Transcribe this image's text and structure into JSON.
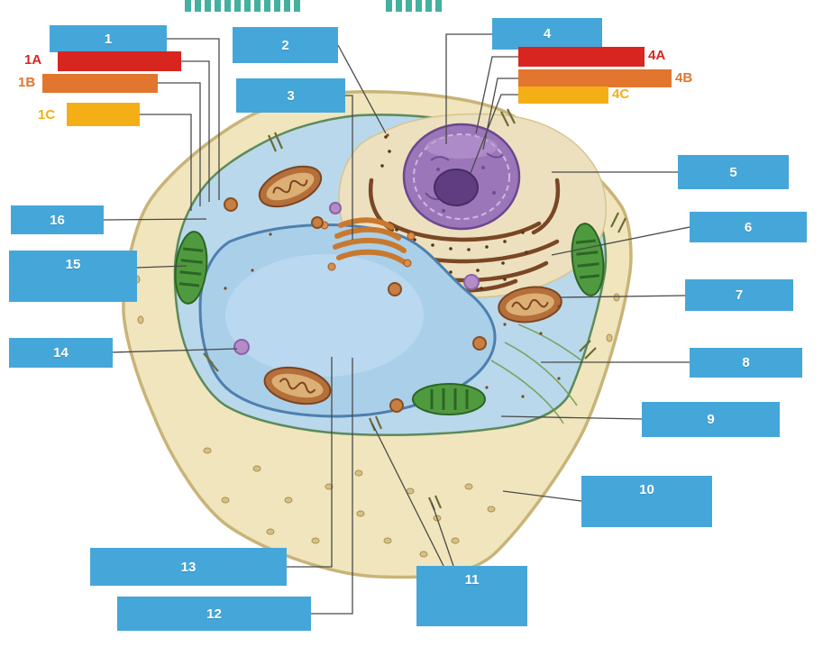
{
  "diagram": {
    "kind": "plant-cell-labeling-quiz",
    "background": "#ffffff"
  },
  "palette": {
    "callout_blue": "#45a7d9",
    "callout_text": "#ffffff",
    "red": "#d8251f",
    "orange": "#e2762e",
    "gold": "#f3af15",
    "leader_line": "#4a4a4a",
    "cell_wall": "#f0e5bd",
    "cytoplasm": "#b9d8eb",
    "vacuole": "#aacfe9",
    "nucleus": "#9b77ba",
    "mitochondrion": "#b56f3a",
    "chloroplast": "#4f9a3e"
  },
  "callouts": {
    "n1": "1",
    "n2": "2",
    "n3": "3",
    "n4": "4",
    "n5": "5",
    "n6": "6",
    "n7": "7",
    "n8": "8",
    "n9": "9",
    "n10": "10",
    "n11": "11",
    "n12": "12",
    "n13": "13",
    "n14": "14",
    "n15": "15",
    "n16": "16"
  },
  "sub_labels": {
    "s1a": "1A",
    "s1b": "1B",
    "s1c": "1C",
    "s4a": "4A",
    "s4b": "4B",
    "s4c": "4C"
  }
}
